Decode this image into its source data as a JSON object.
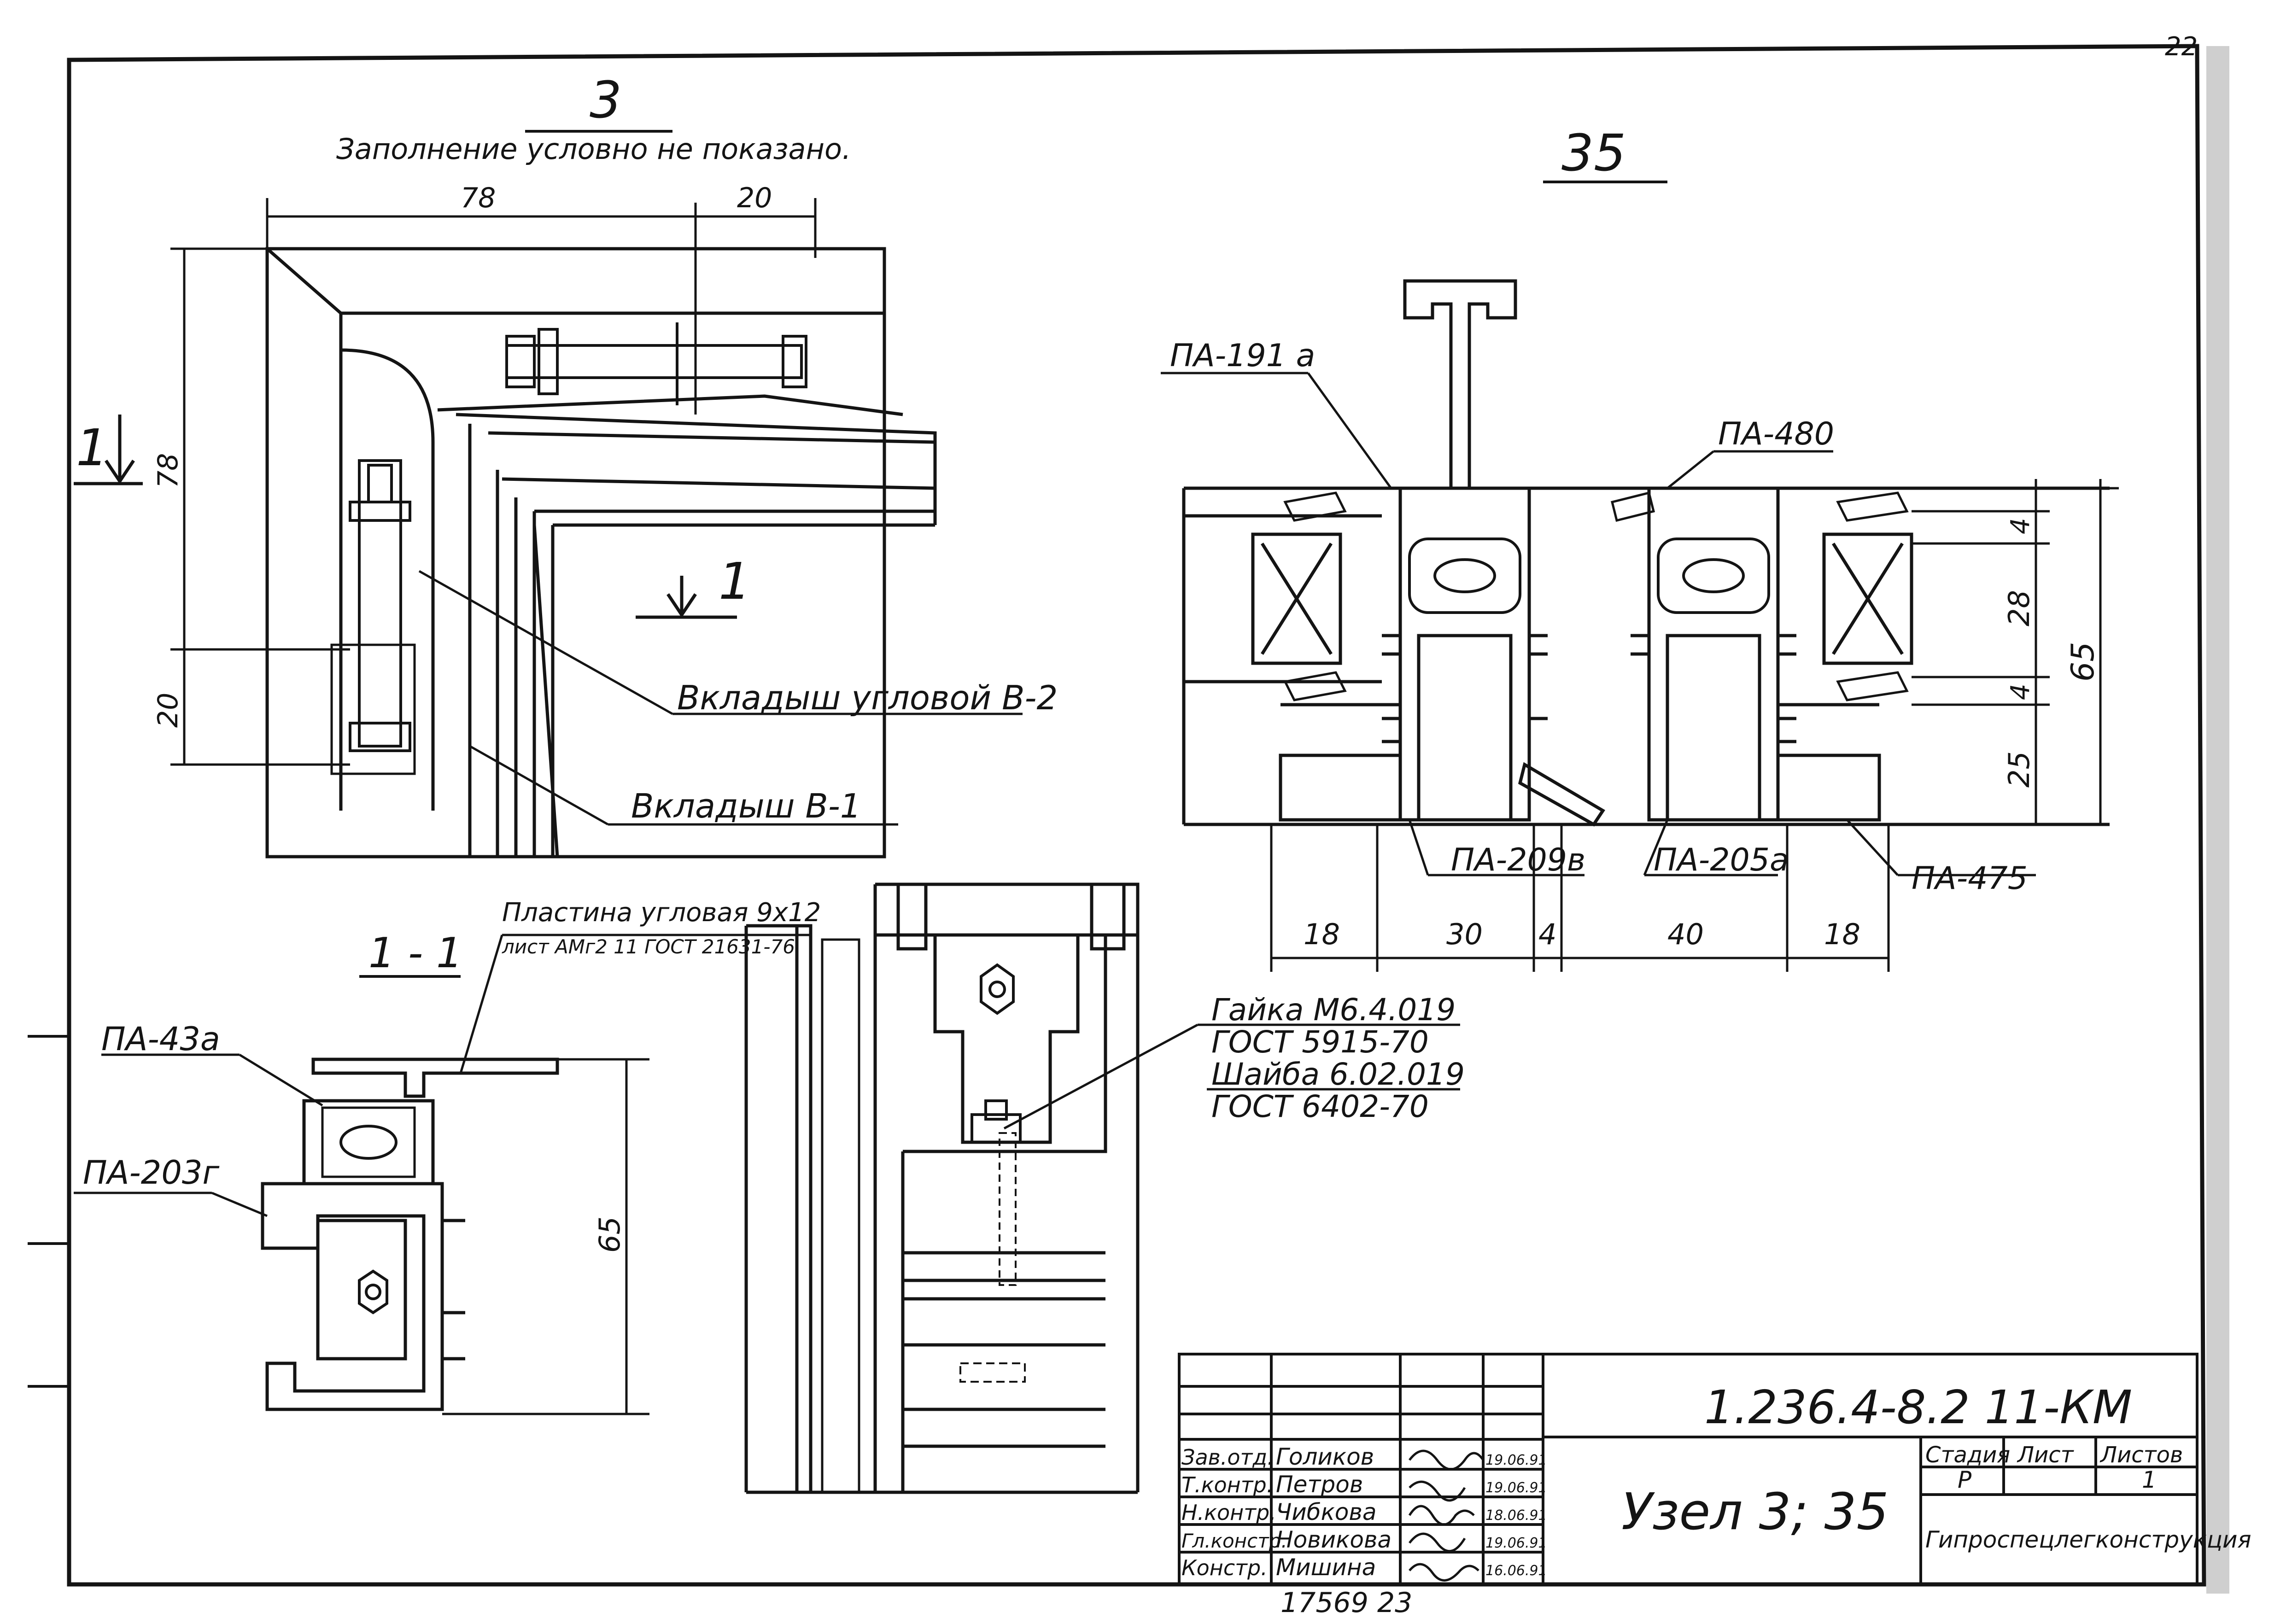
{
  "page_number": "22",
  "detail_3": {
    "number": "3",
    "note": "Заполнение условно не показано.",
    "dim_top": [
      "78",
      "20"
    ],
    "dim_left": [
      "78",
      "20"
    ],
    "section_mark": "1",
    "callouts": [
      "Вкладыш угловой В-2",
      "Вкладыш В-1"
    ]
  },
  "section_1_1": {
    "title": "1 - 1",
    "plate_label": "Пластина угловая 9x12",
    "plate_spec": "лист АМг2 11 ГОСТ 21631-76",
    "profile_a": "ПА-43а",
    "profile_b": "ПА-203г",
    "height": "65"
  },
  "fastener": {
    "lines": [
      "Гайка М6.4.019",
      "ГОСТ 5915-70",
      "Шайба 6.02.019",
      "ГОСТ 6402-70"
    ]
  },
  "detail_35": {
    "number": "35",
    "labels": [
      "ПА-191 а",
      "ПА-480",
      "ПА-209в",
      "ПА-205а",
      "ПА-475"
    ],
    "dims_bottom": [
      "18",
      "30",
      "4",
      "40",
      "18"
    ],
    "dims_right": [
      "4",
      "28",
      "4",
      "25"
    ],
    "dim_total": "65"
  },
  "title_block": {
    "code": "1.236.4-8.2 11-КМ",
    "node": "Узел 3; 35",
    "rows": [
      {
        "role": "Зав.отд.",
        "name": "Голиков",
        "date": "19.06.91"
      },
      {
        "role": "Т.контр.",
        "name": "Петров",
        "date": "19.06.91"
      },
      {
        "role": "Н.контр.",
        "name": "Чибкова",
        "date": "18.06.91"
      },
      {
        "role": "Гл.констр.",
        "name": "Новикова",
        "date": "19.06.91"
      },
      {
        "role": "Констр.",
        "name": "Мишина",
        "date": "16.06.91"
      }
    ],
    "stage_header": "Стадия",
    "sheet_header": "Лист",
    "sheets_header": "Листов",
    "stage": "Р",
    "sheets": "1",
    "org": "Гипроспецлегконструкция",
    "archive": "17569 23"
  }
}
